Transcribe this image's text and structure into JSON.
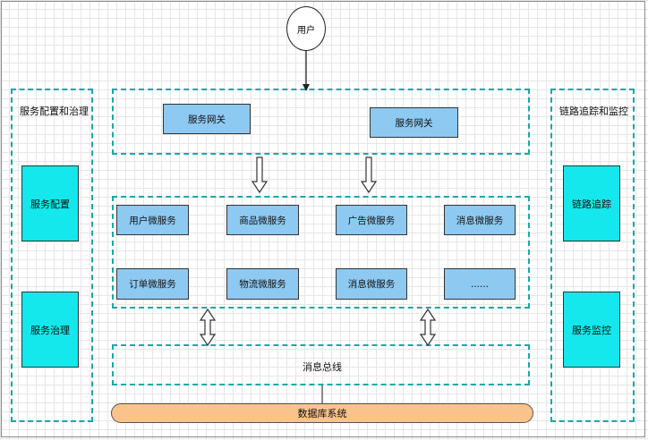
{
  "nodes": {
    "user": "用户",
    "left_panel_title": "服务配置和治理",
    "right_panel_title": "链路追踪和监控",
    "gateway_1": "服务网关",
    "gateway_2": "服务网关",
    "services_row1": [
      "用户微服务",
      "商品微服务",
      "广告微服务",
      "消息微服务"
    ],
    "services_row2": [
      "订单微服务",
      "物流微服务",
      "消息微服务",
      "......"
    ],
    "config": "服务配置",
    "governance": "服务治理",
    "tracing": "链路追踪",
    "monitoring": "服务监控",
    "message_bus": "消息总线",
    "database": "数据库系统"
  },
  "colors": {
    "dashed_border": "#1aa8a8",
    "service_box": "#8ec9f2",
    "side_box": "#14e8ec",
    "database": "#f9c38b"
  }
}
